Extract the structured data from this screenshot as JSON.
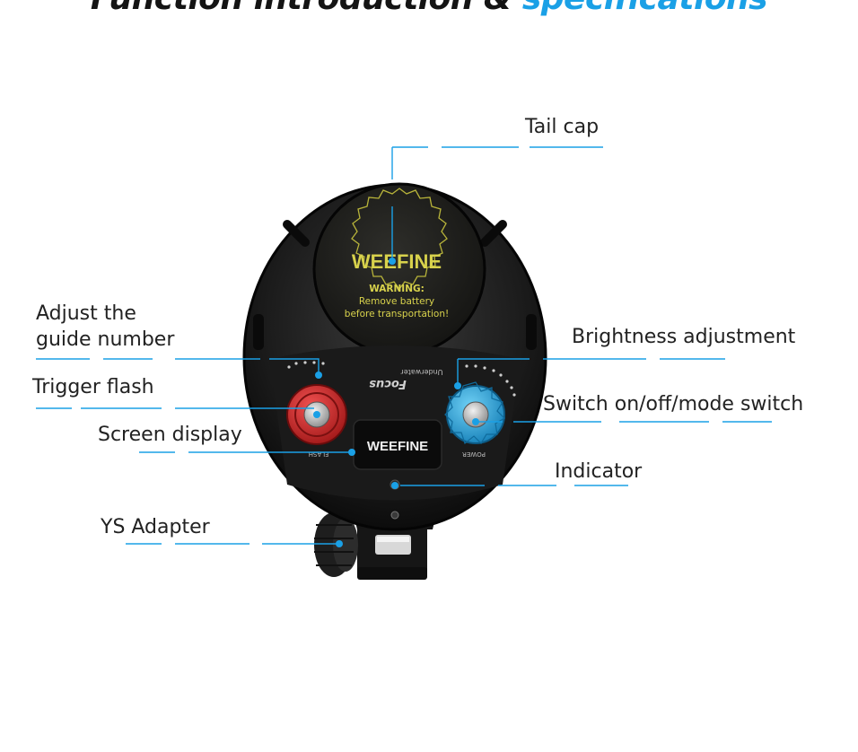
{
  "header": {
    "title_dark": "Function introduction & ",
    "title_accent": "specifications"
  },
  "colors": {
    "accent": "#1aa0e6",
    "flash_knob": "#d62828",
    "power_knob": "#2aa6dc",
    "body": "#1b1b1b"
  },
  "device": {
    "brand_cap": "WEEFINE",
    "warning_title": "WARNING:",
    "warning_line1": "Remove battery",
    "warning_line2": "before transportation!",
    "brand_screen": "WEEFINE",
    "model_text": "Focus",
    "panel_text": "Underwater",
    "flash_label": "FLASH",
    "power_label": "POWER"
  },
  "callouts": {
    "tail_cap": "Tail cap",
    "guide_number_line1": "Adjust the",
    "guide_number_line2": "guide number",
    "trigger_flash": "Trigger flash",
    "screen_display": "Screen display",
    "ys_adapter": "YS Adapter",
    "brightness": "Brightness adjustment",
    "switch_mode": "Switch on/off/mode switch",
    "indicator": "Indicator"
  }
}
